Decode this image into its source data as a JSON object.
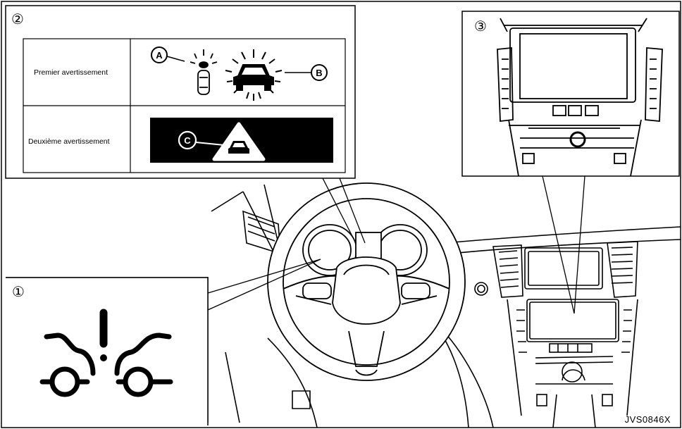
{
  "callouts": {
    "one": "①",
    "two": "②",
    "three": "③",
    "a": "A",
    "b": "B",
    "c": "C"
  },
  "table": {
    "row1_label": "Premier avertissement",
    "row2_label": "Deuxième avertissement"
  },
  "figure_code": "JVS0846X",
  "colors": {
    "line": "#000000",
    "background": "#ffffff",
    "dark_panel": "#000000"
  },
  "icons": [
    "warning-car-icon",
    "car-top-icon",
    "car-front-icon",
    "triangle-warning-icon"
  ]
}
